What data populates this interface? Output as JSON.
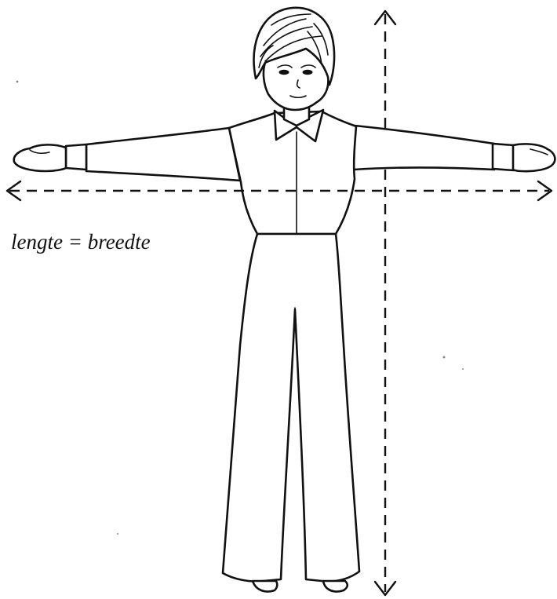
{
  "caption": "lengte = breedte",
  "colors": {
    "ink": "#111111",
    "paper": "#ffffff"
  },
  "figure": {
    "subject": "standing-person-arms-outstretched",
    "measure_lines": [
      "horizontal-arm-span-line",
      "vertical-height-line"
    ]
  }
}
